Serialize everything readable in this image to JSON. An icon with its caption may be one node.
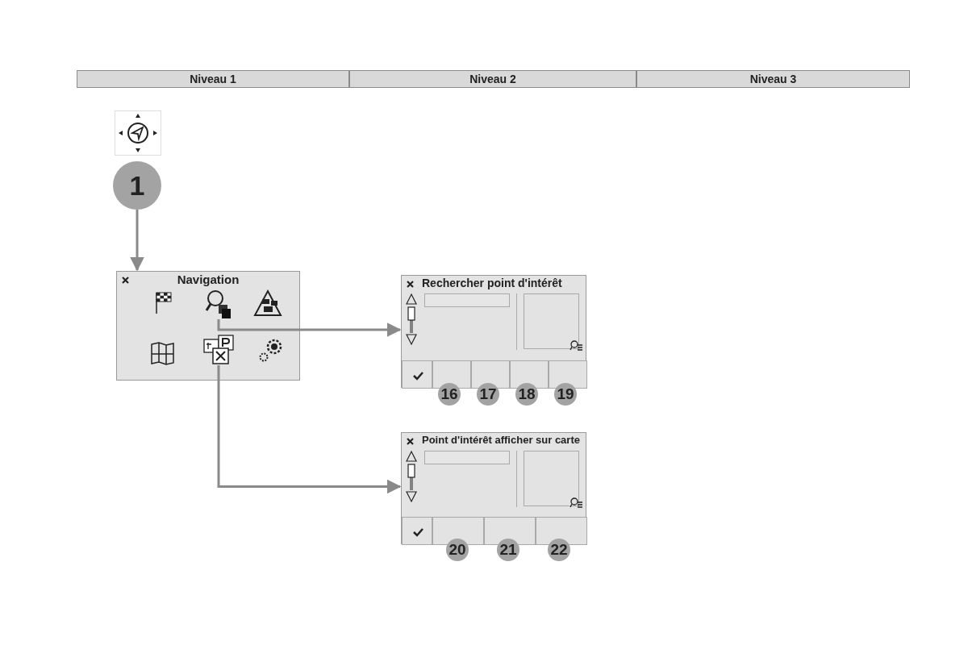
{
  "diagram": {
    "nodes": [
      {
        "text": [
          "1"
        ]
      },
      {
        "text": [
          "Navigation"
        ]
      },
      {
        "text": [],
        "shape": "picture",
        "in": 1
      },
      {
        "text": [],
        "shape": "picture",
        "in": 1
      },
      {
        "text": [
          "Rechercher point d'intérêt"
        ]
      },
      {
        "text": [
          "Point d'intérêt afficher sur carte"
        ]
      }
    ],
    "edges": [
      {
        "from": 0,
        "to": 1,
        "arrow": "to"
      },
      {
        "from": 2,
        "to": 4,
        "arrow": "to"
      },
      {
        "from": 3,
        "to": 5,
        "arrow": "to"
      }
    ],
    "labels": [
      "Niveau 1",
      "Niveau 2",
      "Niveau 3",
      "16",
      "17",
      "18",
      "19",
      "20",
      "21",
      "22"
    ]
  }
}
